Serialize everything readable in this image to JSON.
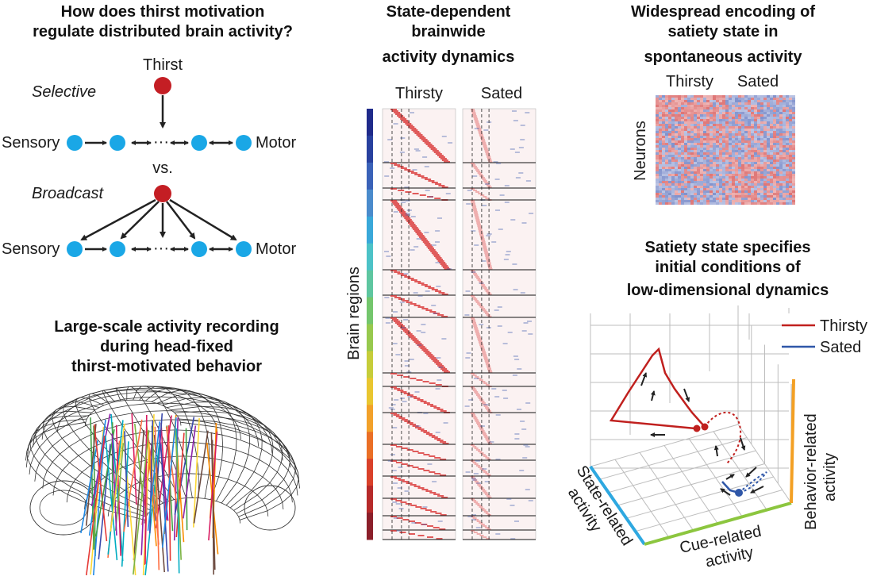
{
  "panel_a": {
    "title_lines": [
      "How does thirst motivation",
      "regulate distributed brain activity?"
    ],
    "thirst_label": "Thirst",
    "selective_label": "Selective",
    "broadcast_label": "Broadcast",
    "vs_label": "vs.",
    "sensory_label": "Sensory",
    "motor_label": "Motor",
    "ellipsis": "···"
  },
  "panel_b": {
    "title_lines": [
      "Large-scale activity recording",
      "during head-fixed",
      "thirst-motivated behavior"
    ]
  },
  "panel_c": {
    "title_lines": [
      "State-dependent",
      "brainwide",
      "activity dynamics"
    ],
    "col_thirsty": "Thirsty",
    "col_sated": "Sated",
    "y_label": "Brain regions"
  },
  "panel_d": {
    "title_lines": [
      "Widespread encoding of",
      "satiety state in",
      "spontaneous activity"
    ],
    "col_thirsty": "Thirsty",
    "col_sated": "Sated",
    "y_label": "Neurons"
  },
  "panel_e": {
    "title_lines": [
      "Satiety state specifies",
      "initial conditions of",
      "low-dimensional dynamics"
    ],
    "legend": [
      {
        "label": "Thirsty",
        "color": "#c0201e"
      },
      {
        "label": "Sated",
        "color": "#2f57a8"
      }
    ],
    "axis_state": [
      "State-related",
      "activity"
    ],
    "axis_cue": [
      "Cue-related",
      "activity"
    ],
    "axis_behavior": [
      "Behavior-related",
      "activity"
    ]
  },
  "colors": {
    "node_red": "#c41e24",
    "node_blue": "#1aa7e6",
    "heat_red": "#d93535",
    "heat_blue": "#3b5bb0",
    "axis_state": "#2ea8e0",
    "axis_cue": "#8cc63f",
    "axis_behavior": "#f3a024"
  }
}
